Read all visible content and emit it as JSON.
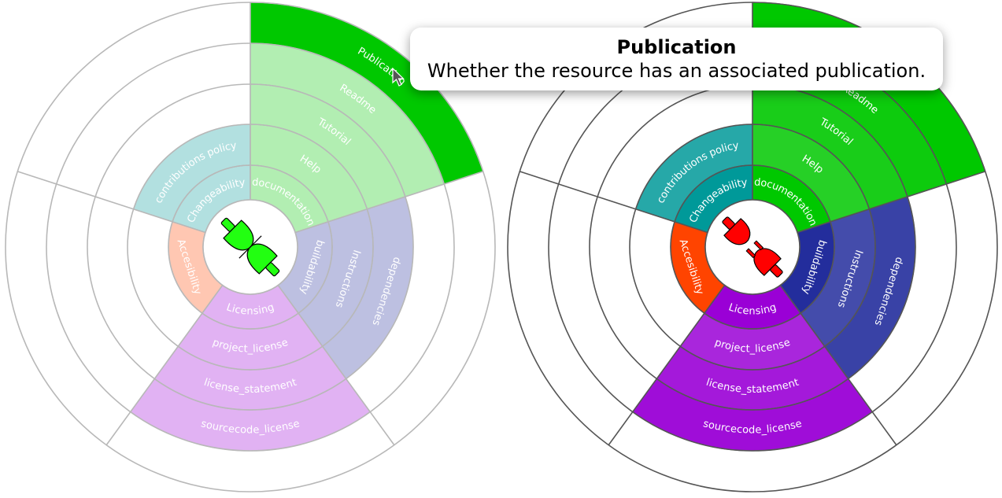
{
  "tooltip": {
    "title": "Publication",
    "description": "Whether the resource has an associated publication."
  },
  "colors": {
    "documentation": "#00c800",
    "build": "#232d9c",
    "licensing": "#9a00d6",
    "accessibility": "#ff4400",
    "changeability": "#009999",
    "plug_ok": "#22ff11",
    "plug_broken": "#ff0000"
  },
  "wheels": [
    {
      "name": "left-wheel",
      "faded": true,
      "icon": "connected-plug-icon",
      "categories": [
        {
          "id": "documentation",
          "label": "documentation",
          "color": "documentation",
          "rings": [
            "Help",
            "Tutorial",
            "Readme",
            "Publication"
          ],
          "filled": 4
        },
        {
          "id": "build",
          "label": "buildability",
          "color": "build",
          "rings": [
            "Instructions",
            "dependencies"
          ],
          "filled": 2
        },
        {
          "id": "licensing",
          "label": "Licensing",
          "color": "licensing",
          "rings": [
            "project_license",
            "license_statement",
            "sourcecode_license"
          ],
          "filled": 3
        },
        {
          "id": "accessibility",
          "label": "Accesibility",
          "color": "accessibility",
          "rings": [],
          "filled": 0
        },
        {
          "id": "changeability",
          "label": "Changeability",
          "color": "changeability",
          "rings": [
            "contributions policy"
          ],
          "filled": 1
        }
      ]
    },
    {
      "name": "right-wheel",
      "faded": false,
      "icon": "disconnected-plug-icon",
      "categories": [
        {
          "id": "documentation",
          "label": "documentation",
          "color": "documentation",
          "rings": [
            "Help",
            "Tutorial",
            "Readme",
            "Publication"
          ],
          "filled": 4
        },
        {
          "id": "build",
          "label": "buildability",
          "color": "build",
          "rings": [
            "Instructions",
            "dependencies"
          ],
          "filled": 2
        },
        {
          "id": "licensing",
          "label": "Licensing",
          "color": "licensing",
          "rings": [
            "project_license",
            "license_statement",
            "sourcecode_license"
          ],
          "filled": 3
        },
        {
          "id": "accessibility",
          "label": "Accesibility",
          "color": "accessibility",
          "rings": [],
          "filled": 0
        },
        {
          "id": "changeability",
          "label": "Changeability",
          "color": "changeability",
          "rings": [
            "contributions policy"
          ],
          "filled": 1
        }
      ]
    }
  ]
}
